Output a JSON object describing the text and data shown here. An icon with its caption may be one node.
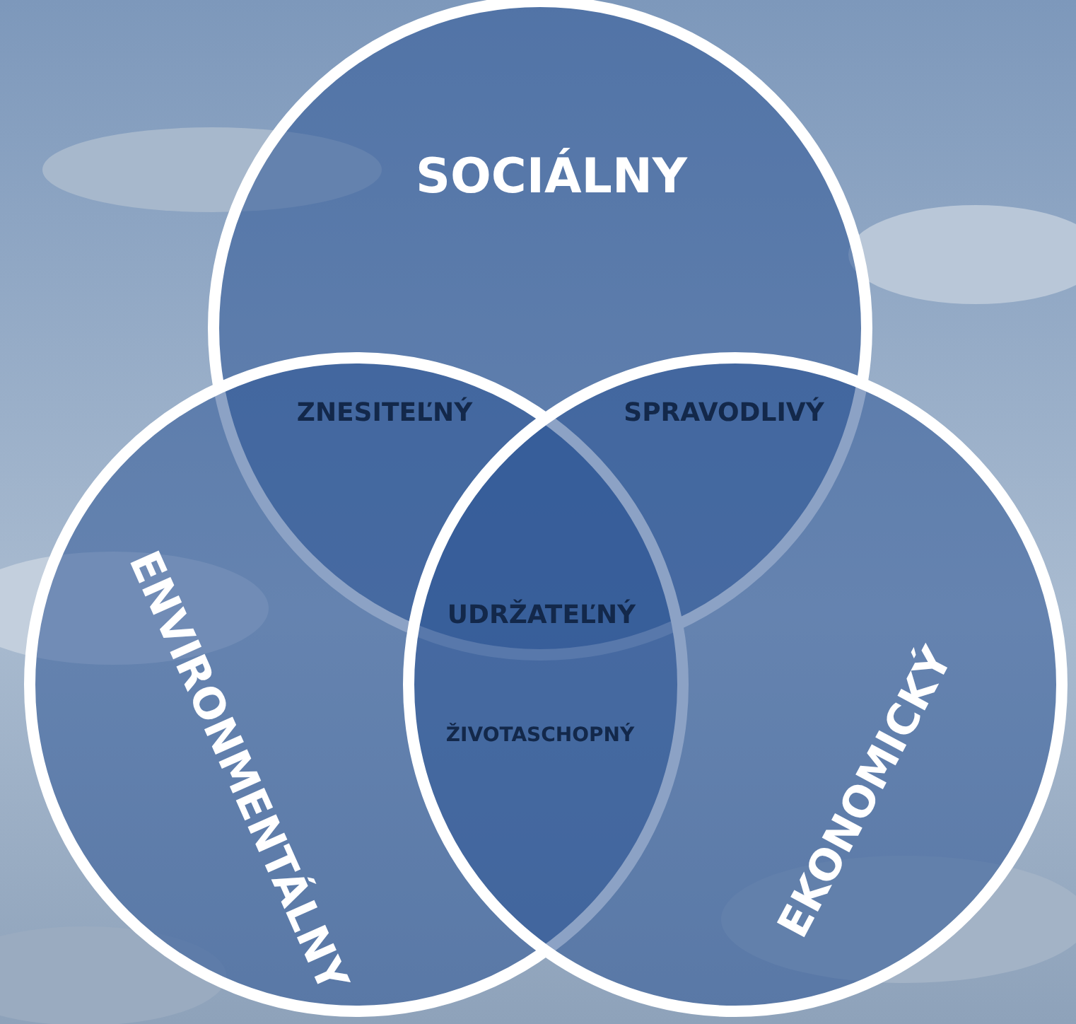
{
  "diagram": {
    "nodes": [
      {
        "text": [
          "SOCIÁLNY"
        ]
      },
      {
        "text": [
          "ENVIRONMENTÁLNY"
        ]
      },
      {
        "text": [
          "EKONOMICKÝ"
        ]
      }
    ],
    "labels": [
      "ZNESITEĽNÝ",
      "SPRAVODLIVÝ",
      "UDRŽATEĽNÝ",
      "ŽIVOTASCHOPNÝ"
    ]
  }
}
